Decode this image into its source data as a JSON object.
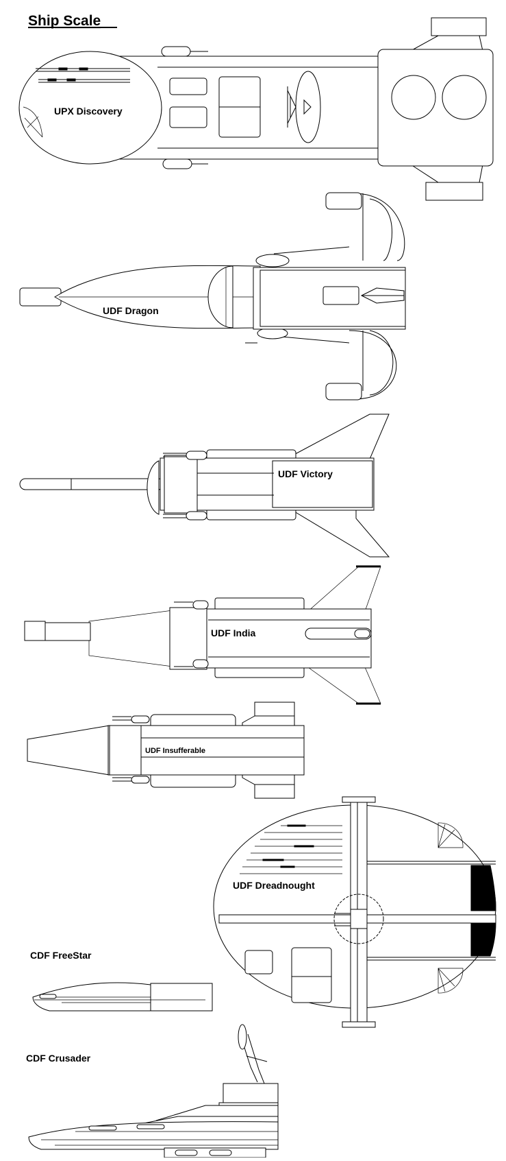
{
  "page": {
    "title": "Ship Scale"
  },
  "ships": [
    {
      "id": "upx-discovery",
      "label": "UPX Discovery"
    },
    {
      "id": "udf-dragon",
      "label": "UDF Dragon"
    },
    {
      "id": "udf-victory",
      "label": "UDF Victory"
    },
    {
      "id": "udf-india",
      "label": "UDF India"
    },
    {
      "id": "udf-insufferable",
      "label": "UDF Insufferable"
    },
    {
      "id": "udf-dreadnought",
      "label": "UDF Dreadnought"
    },
    {
      "id": "cdf-freestar",
      "label": "CDF FreeStar"
    },
    {
      "id": "cdf-crusader",
      "label": "CDF Crusader"
    }
  ]
}
